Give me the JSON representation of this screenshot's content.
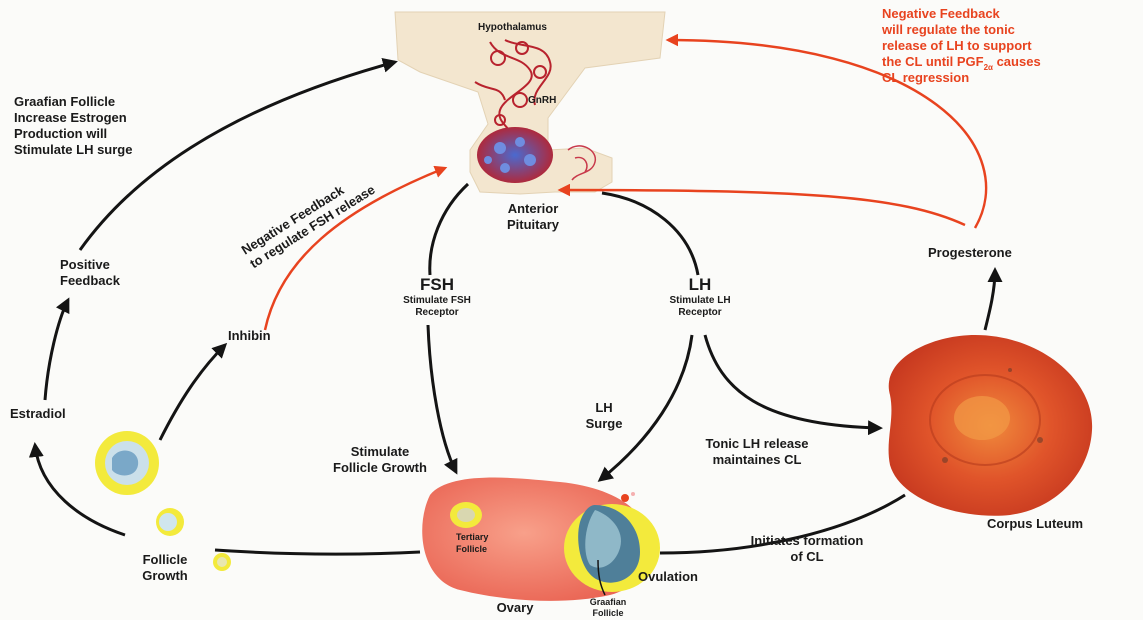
{
  "title": "Hypothalamus",
  "gnrh": "GnRH",
  "anterior_pituitary": [
    "Anterior",
    "Pituitary"
  ],
  "red_feedback_lh": [
    "Negative Feedback",
    "will regulate the tonic",
    "release of LH to support",
    "the CL until PGF",
    " causes",
    "CL regression"
  ],
  "pgf_subscript": "2α",
  "graafian_text": [
    "Graafian Follicle",
    "Increase Estrogen",
    "Production will",
    "Stimulate LH surge"
  ],
  "neg_feedback_fsh": [
    "Negative Feedback",
    "to regulate FSH release"
  ],
  "positive_feedback": [
    "Positive",
    "Feedback"
  ],
  "inhibin": "Inhibin",
  "estradiol": "Estradiol",
  "fsh": {
    "title": "FSH",
    "sub": [
      "Stimulate FSH",
      "Receptor"
    ]
  },
  "lh": {
    "title": "LH",
    "sub": [
      "Stimulate LH",
      "Receptor"
    ]
  },
  "progesterone": "Progesterone",
  "lh_surge": [
    "LH",
    "Surge"
  ],
  "stimulate_growth": [
    "Stimulate",
    "Follicle Growth"
  ],
  "tonic_lh": [
    "Tonic LH release",
    "maintaines CL"
  ],
  "corpus_luteum": "Corpus Luteum",
  "initiates_cl": [
    "Initiates formation",
    "of CL"
  ],
  "ovulation": "Ovulation",
  "ovary": "Ovary",
  "graafian_follicle_label": [
    "Graafian",
    "Follicle"
  ],
  "tertiary_follicle": [
    "Tertiary",
    "Follicle"
  ],
  "follicle_growth": [
    "Follicle",
    "Growth"
  ],
  "colors": {
    "arrow_black": "#141414",
    "arrow_red": "#e8431f",
    "ovary": "#f0786a",
    "follicle_yellow": "#f3ea3c",
    "corpus_luteum": "#e0542a",
    "hypothalamus": "#f3e6cf"
  }
}
